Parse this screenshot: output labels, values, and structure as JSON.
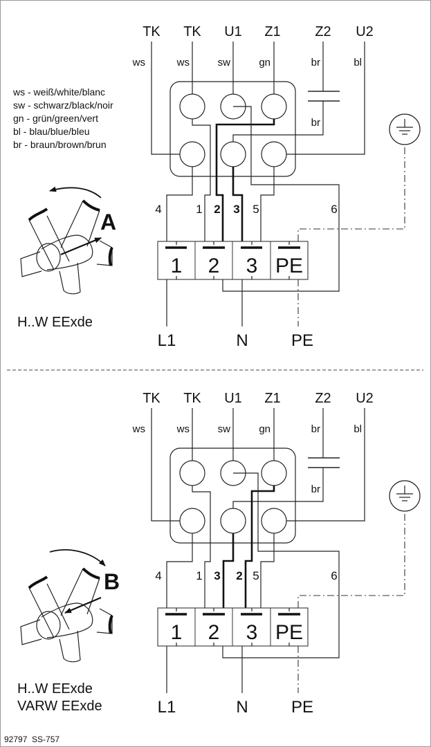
{
  "legend": [
    "ws - weiß/white/blanc",
    "sw - schwarz/black/noir",
    "gn - grün/green/vert",
    "bl - blau/blue/bleu",
    "br - braun/brown/brun"
  ],
  "top": {
    "terminals": [
      "TK",
      "TK",
      "U1",
      "Z1",
      "Z2",
      "U2"
    ],
    "colors": [
      "ws",
      "ws",
      "sw",
      "gn",
      "br",
      "bl"
    ],
    "capacitor_label": "br",
    "wire_numbers": [
      "4",
      "1",
      "2",
      "3",
      "5",
      "6"
    ],
    "block": [
      "1",
      "2",
      "3",
      "PE"
    ],
    "supply": [
      "L1",
      "N",
      "PE"
    ],
    "rotation_label": "A",
    "model": [
      "H..W EExde"
    ]
  },
  "bottom": {
    "terminals": [
      "TK",
      "TK",
      "U1",
      "Z1",
      "Z2",
      "U2"
    ],
    "colors": [
      "ws",
      "ws",
      "sw",
      "gn",
      "br",
      "bl"
    ],
    "capacitor_label": "br",
    "wire_numbers": [
      "4",
      "1",
      "3",
      "2",
      "5",
      "6"
    ],
    "block": [
      "1",
      "2",
      "3",
      "PE"
    ],
    "supply": [
      "L1",
      "N",
      "PE"
    ],
    "rotation_label": "B",
    "model": [
      "H..W EExde",
      "VARW EExde"
    ]
  },
  "footer": "92797  SS-757",
  "icons": {
    "ground": "earth-ground-icon",
    "fan": "fan-rotor-icon"
  }
}
